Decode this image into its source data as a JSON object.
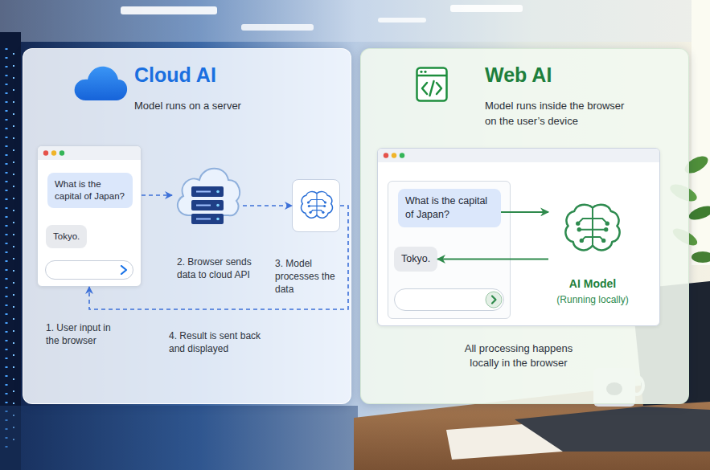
{
  "diagram": {
    "nodes": [
      {
        "text": [
          "Cloud AI",
          "Model runs on a server"
        ]
      },
      {
        "text": [
          "1. User input in the browser"
        ],
        "in": 0
      },
      {
        "text": [
          "What is the capital of Japan?"
        ],
        "in": 1
      },
      {
        "text": [
          "Tokyo."
        ],
        "in": 1
      },
      {
        "text": [
          "2. Browser sends data to cloud API"
        ],
        "in": 0
      },
      {
        "text": [
          "3. Model processes the data"
        ],
        "in": 0
      },
      {
        "text": [
          "Web AI",
          "Model runs inside the browser on the user’s device"
        ]
      },
      {
        "text": [
          "All processing happens locally in the browser"
        ],
        "in": 6
      },
      {
        "text": [
          "What is the capital of Japan?"
        ],
        "in": 7
      },
      {
        "text": [
          "Tokyo."
        ],
        "in": 7
      },
      {
        "text": [
          "AI Model",
          "(Running locally)"
        ],
        "in": 7
      }
    ],
    "edges": [
      {
        "from": 1,
        "to": 4,
        "arrow": "to"
      },
      {
        "from": 4,
        "to": 5,
        "arrow": "to"
      },
      {
        "from": 5,
        "to": 1,
        "arrow": "to",
        "label": "4. Result is sent back and displayed"
      },
      {
        "from": 8,
        "to": 10,
        "arrow": "to"
      },
      {
        "from": 10,
        "to": 9,
        "arrow": "to"
      }
    ]
  }
}
